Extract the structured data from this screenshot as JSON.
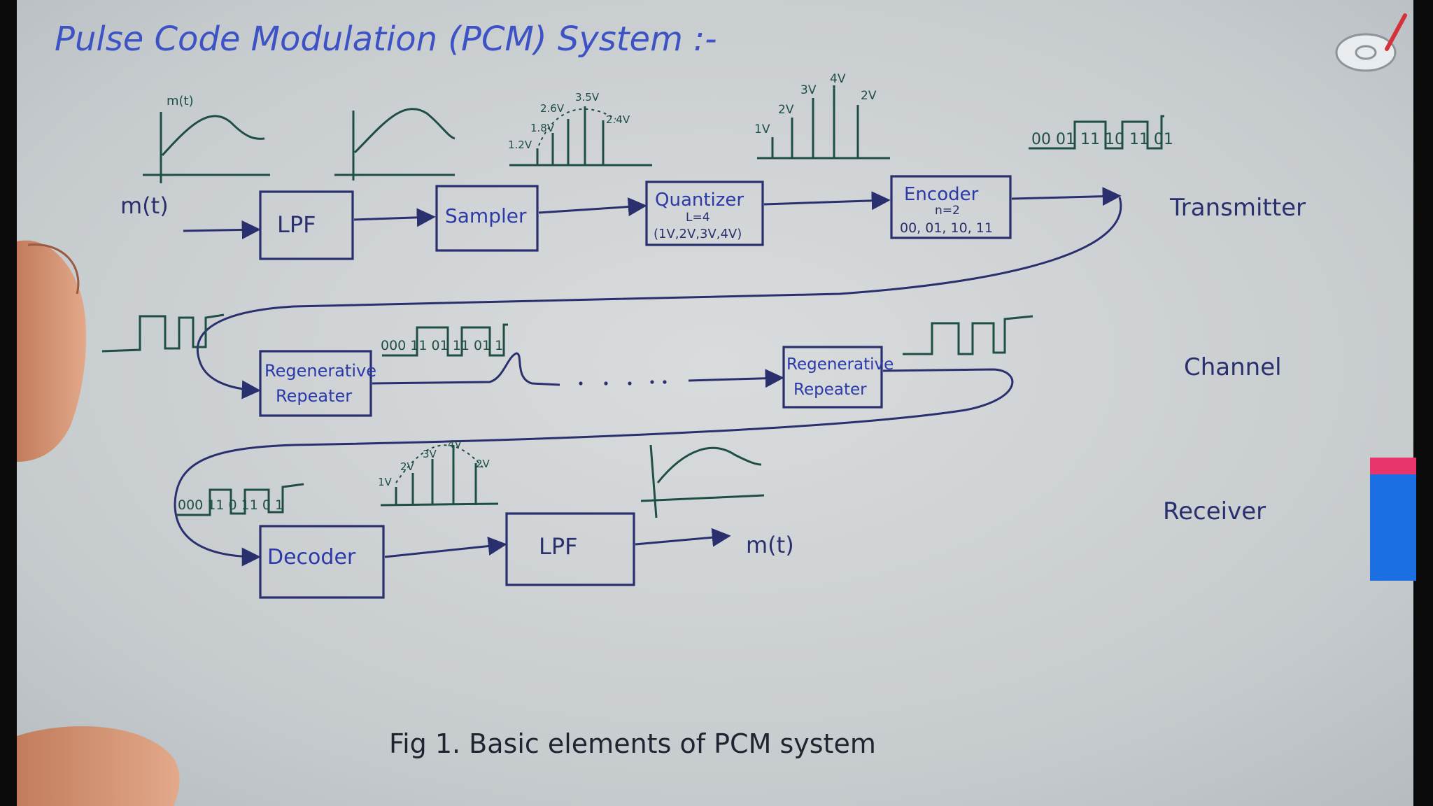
{
  "title": "Pulse Code Modulation (PCM) System :-",
  "caption": "Fig 1.  Basic elements of PCM system",
  "sections": {
    "transmitter": "Transmitter",
    "channel": "Channel",
    "receiver": "Receiver"
  },
  "signals": {
    "input": "m(t)",
    "output": "m(t)",
    "graph_label": "m(t)"
  },
  "blocks": {
    "lpf_tx": "LPF",
    "sampler": "Sampler",
    "quantizer": {
      "label": "Quantizer",
      "levels": "L=4",
      "values": "(1V,2V,3V,4V)"
    },
    "encoder": {
      "label": "Encoder",
      "bits": "n=2",
      "codes": "00, 01, 10, 11"
    },
    "repeater_1": {
      "line1": "Regenerative",
      "line2": "Repeater"
    },
    "repeater_2": {
      "line1": "Regenerative",
      "line2": "Repeater"
    },
    "decoder": "Decoder",
    "lpf_rx": "LPF"
  },
  "sample_labels": {
    "sampled": [
      "1.2V",
      "1.8V",
      "2.6V",
      "3.5V",
      "2.4V"
    ],
    "quantized": [
      "1V",
      "2V",
      "3V",
      "4V",
      "2V"
    ],
    "reconstructed": [
      "1V",
      "2V",
      "3V",
      "4V",
      "2V"
    ]
  },
  "bitstreams": {
    "encoder_out": "00 01 11 10 11 01",
    "channel_mid": "000 11 01 11 01 1",
    "receiver_in": "000 11 0 11 0 1"
  },
  "colors": {
    "whiteboard": "#c9ced1",
    "title_ink": "#3d52c4",
    "marker_ink": "#2a2f6e",
    "green_ink": "#1e4e46",
    "overlay_blue": "#1c6fe3",
    "overlay_pink": "#e8356b"
  },
  "icons": [
    "pen-disc-icon"
  ]
}
